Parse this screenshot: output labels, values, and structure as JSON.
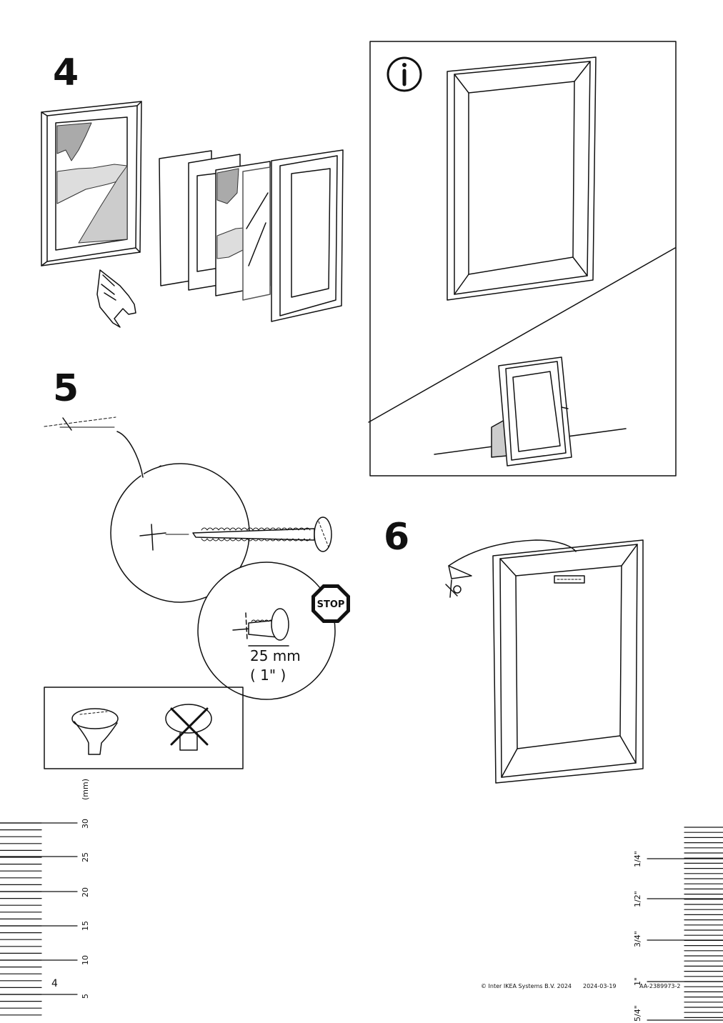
{
  "steps": {
    "s4": "4",
    "s5": "5",
    "s6": "6"
  },
  "measurement": {
    "length": "25 mm",
    "imperial": "( 1\" )"
  },
  "stop_sign": "STOP",
  "info_icon": "info-icon",
  "ruler_mm": {
    "unit": "(mm)",
    "labels": [
      "30",
      "25",
      "20",
      "15",
      "10",
      "5"
    ]
  },
  "ruler_inch": {
    "labels": [
      "1/4\"",
      "1/2\"",
      "3/4\"",
      "1\"",
      "5/4\""
    ]
  },
  "footer": {
    "page_number": "4",
    "copyright": "© Inter IKEA Systems B.V. 2024",
    "date": "2024-03-19",
    "doc_id": "AA-2389973-2"
  }
}
